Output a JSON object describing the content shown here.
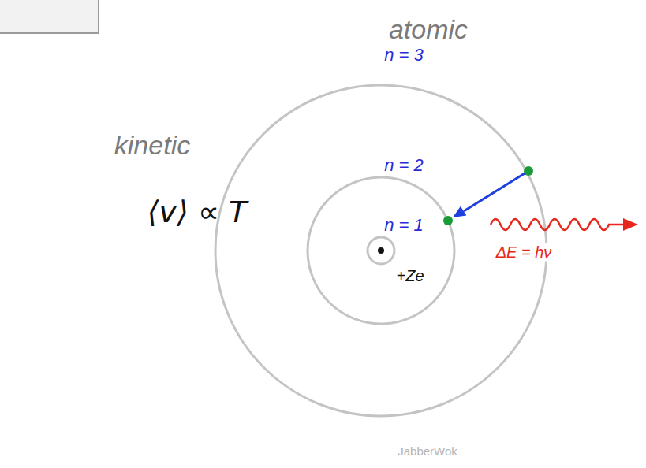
{
  "diagram": {
    "labels": [
      "atomic",
      "n = 3",
      "kinetic",
      "n = 2",
      "⟨v⟩ ∝ T",
      "n = 1",
      "+Ze",
      "ΔE = hν",
      "JabberWok"
    ]
  }
}
